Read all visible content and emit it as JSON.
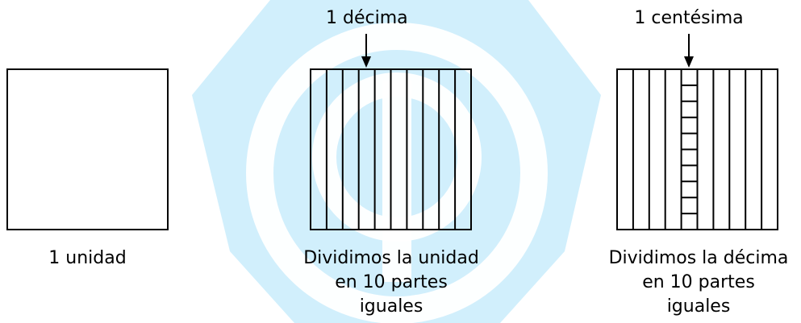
{
  "figures": [
    {
      "caption": "1 unidad",
      "subdivision": "none"
    },
    {
      "top_label": "1 décima",
      "caption_lines": [
        "Dividimos la unidad",
        "en 10 partes",
        "iguales"
      ],
      "subdivision": "10 vertical strips"
    },
    {
      "top_label": "1 centésima",
      "caption_lines": [
        "Dividimos la décima",
        "en 10 partes",
        "iguales"
      ],
      "subdivision": "10 vertical strips; one strip split into 10"
    }
  ],
  "colors": {
    "line": "#000000",
    "watermark": "#c9ecfb",
    "background": "#ffffff"
  }
}
